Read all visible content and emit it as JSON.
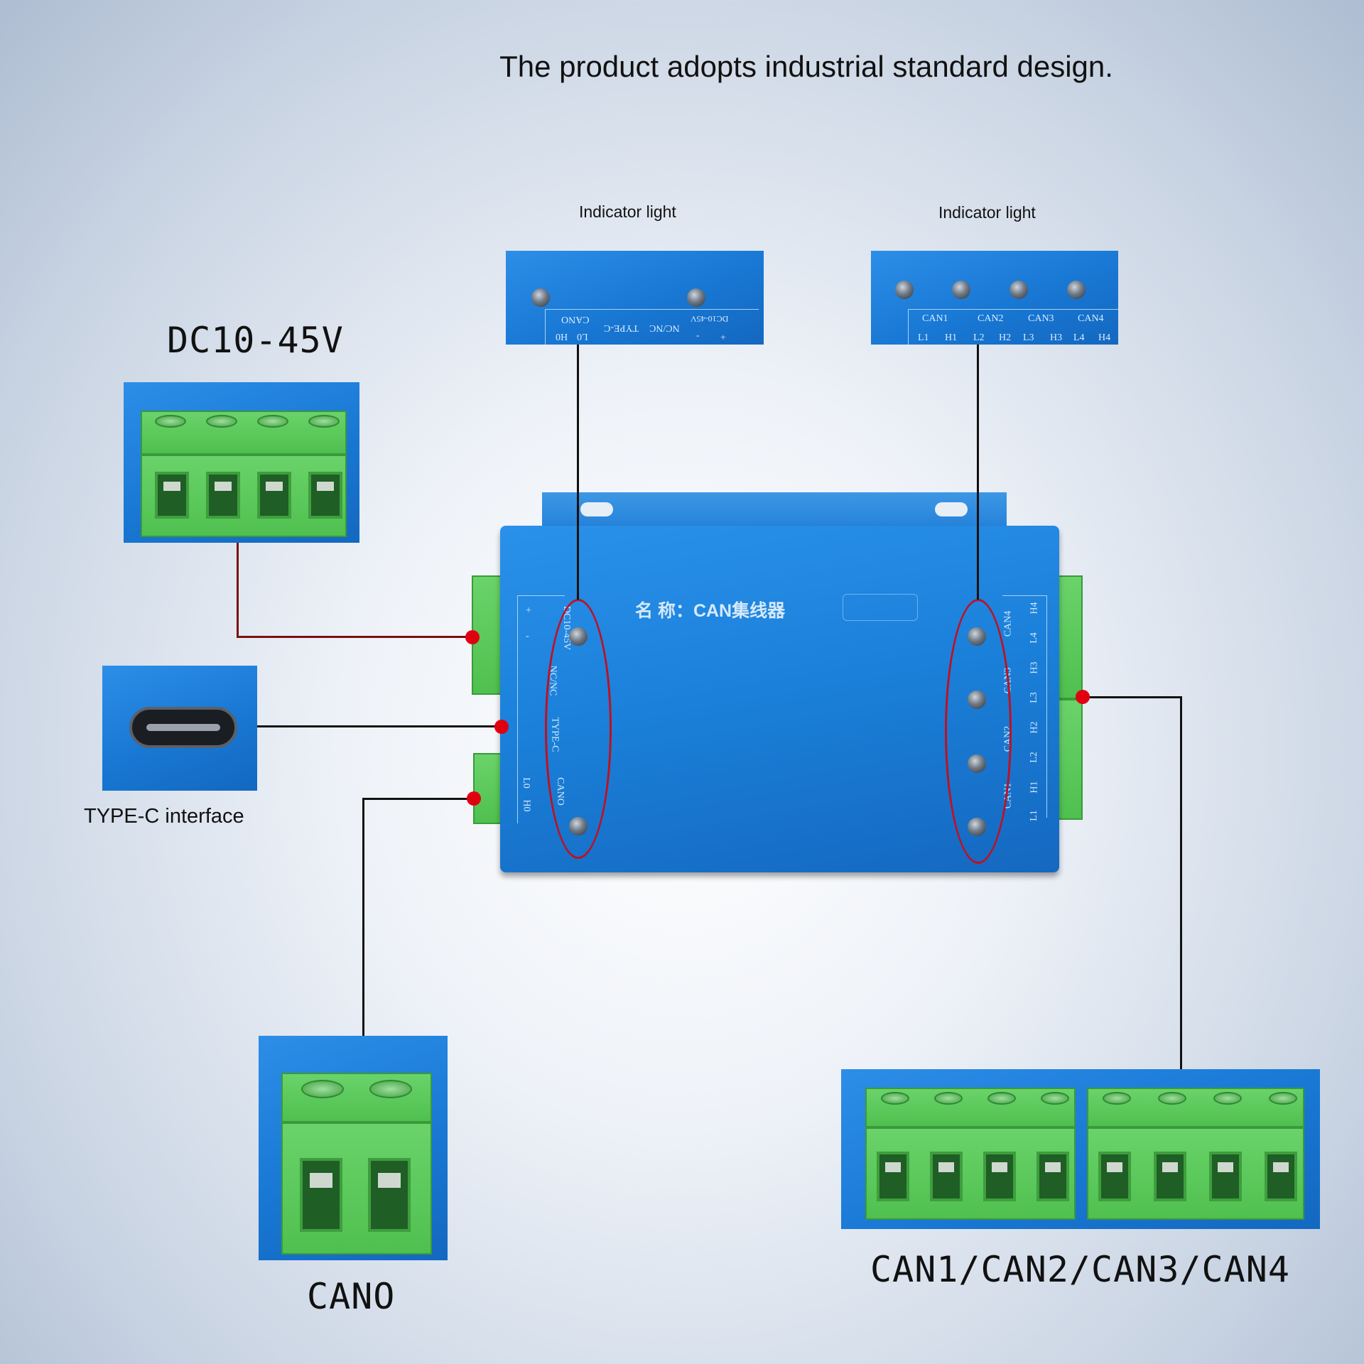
{
  "headline": "The product adopts industrial standard design.",
  "indicator_left_label": "Indicator light",
  "indicator_right_label": "Indicator light",
  "dc_label": "DC10-45V",
  "typec_label": "TYPE-C interface",
  "can0_label": "CANO",
  "can_group_label": "CAN1/CAN2/CAN3/CAN4",
  "device_name": "名 称：CAN集线器",
  "left_panel_silk": {
    "can0": "CANO",
    "l0": "L0",
    "h0": "H0",
    "typec": "TYPE-C",
    "ncnc": "NC/NC",
    "dc": "DC10-45V",
    "plus": "+",
    "minus": "-"
  },
  "right_panel_silk": {
    "groups": [
      "CAN1",
      "CAN2",
      "CAN3",
      "CAN4"
    ],
    "pins": [
      "L1",
      "H1",
      "L2",
      "H2",
      "L3",
      "H3",
      "L4",
      "H4"
    ]
  },
  "colors": {
    "device_blue": "#1a7fd8",
    "terminal_green": "#56c656",
    "callout_dot": "#e00010",
    "highlight_oval": "#c01020"
  }
}
